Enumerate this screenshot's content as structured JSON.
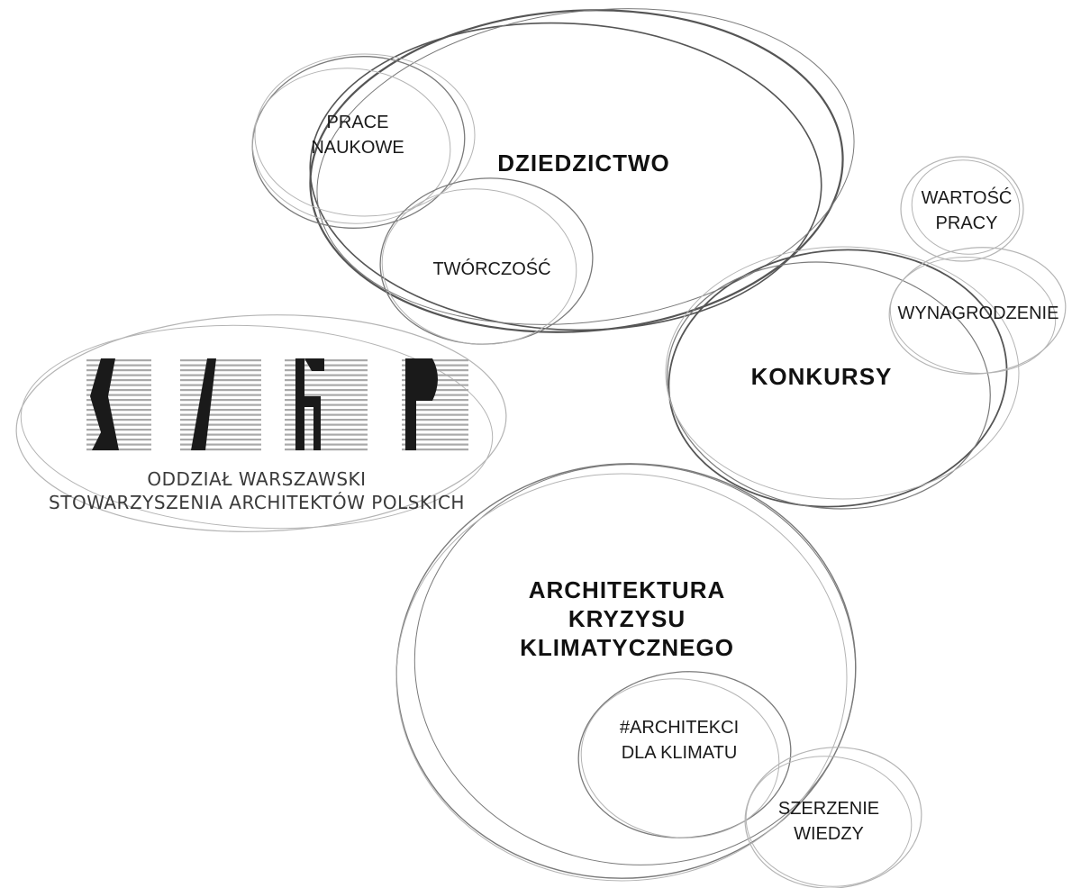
{
  "bubbles": {
    "dziedzictwo": "DZIEDZICTWO",
    "prace_naukowe": [
      "PRACE",
      "NAUKOWE"
    ],
    "tworczosc": "TWÓRCZOŚĆ",
    "konkursy": "KONKURSY",
    "wartosc_pracy": [
      "WARTOŚĆ",
      "PRACY"
    ],
    "wynagrodzenie": "WYNAGRODZENIE",
    "architektura": [
      "ARCHITEKTURA",
      "KRYZYSU",
      "KLIMATYCZNEGO"
    ],
    "architekci": [
      "#ARCHITEKCI",
      "DLA KLIMATU"
    ],
    "szerzenie": [
      "SZERZENIE",
      "WIEDZY"
    ]
  },
  "logo": {
    "mark": "SARP",
    "subtitle": [
      "ODDZIAŁ WARSZAWSKI",
      "STOWARZYSZENIA ARCHITEKTÓW POLSKICH"
    ]
  },
  "colors": {
    "ring": "#7a7a7a",
    "text": "#111111",
    "logo_stripes": "#a9a9a9",
    "logo_bars": "#1a1a1a"
  }
}
